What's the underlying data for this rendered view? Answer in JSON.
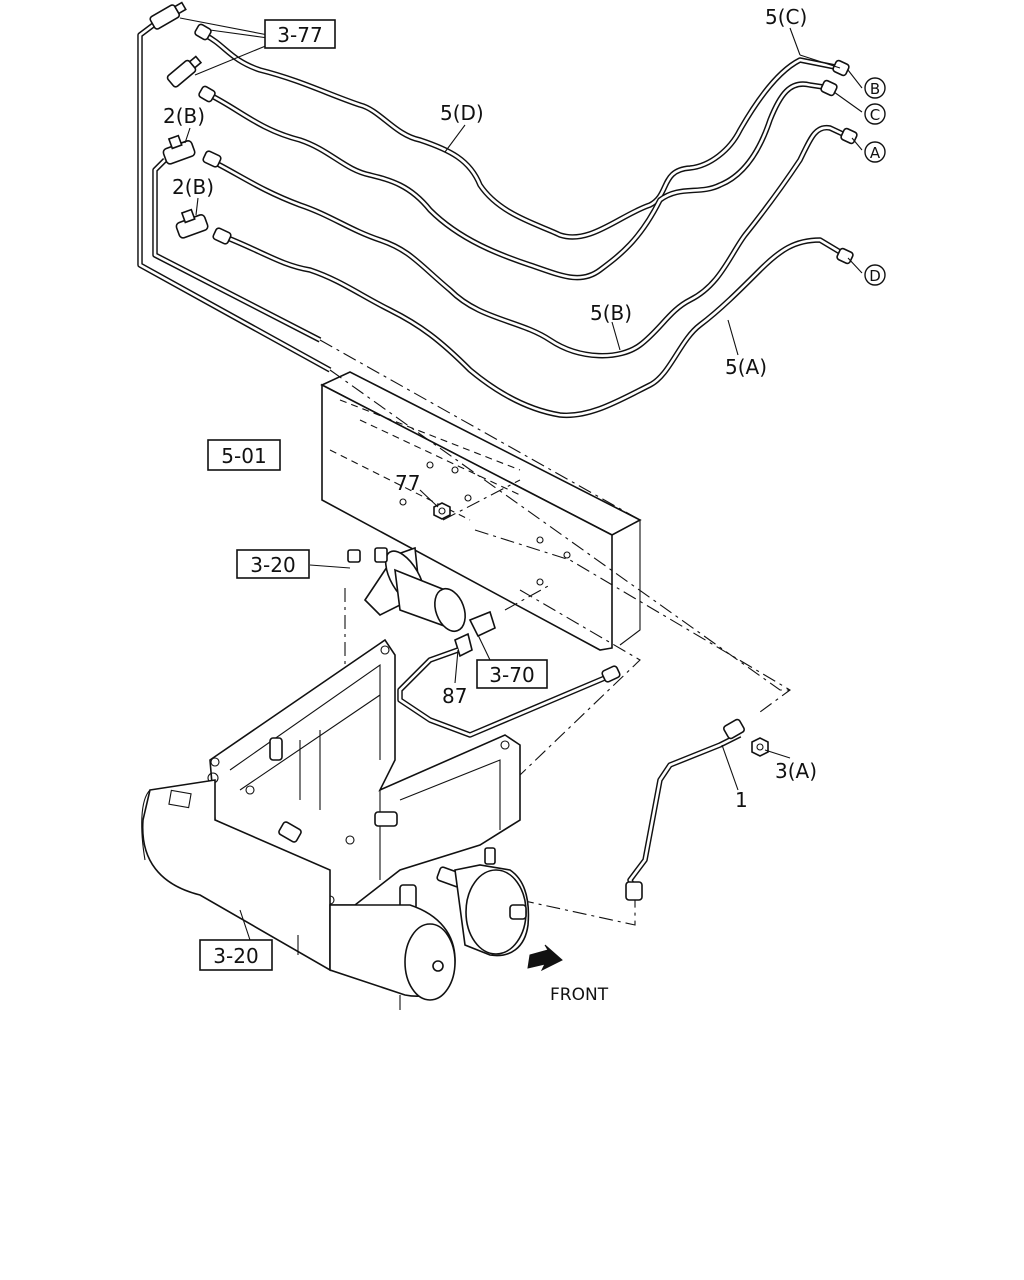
{
  "labels": {
    "ref_3_77": "3-77",
    "ref_5_01": "5-01",
    "ref_3_20_top": "3-20",
    "ref_3_70": "3-70",
    "ref_3_20_bottom": "3-20",
    "part_5c": "5(C)",
    "part_5d": "5(D)",
    "part_2b_upper": "2(B)",
    "part_2b_lower": "2(B)",
    "part_5b": "5(B)",
    "part_5a": "5(A)",
    "part_77": "77",
    "part_87": "87",
    "part_3a": "3(A)",
    "part_1": "1",
    "circle_b": "B",
    "circle_c": "C",
    "circle_a": "A",
    "circle_d": "D",
    "front": "FRONT"
  }
}
